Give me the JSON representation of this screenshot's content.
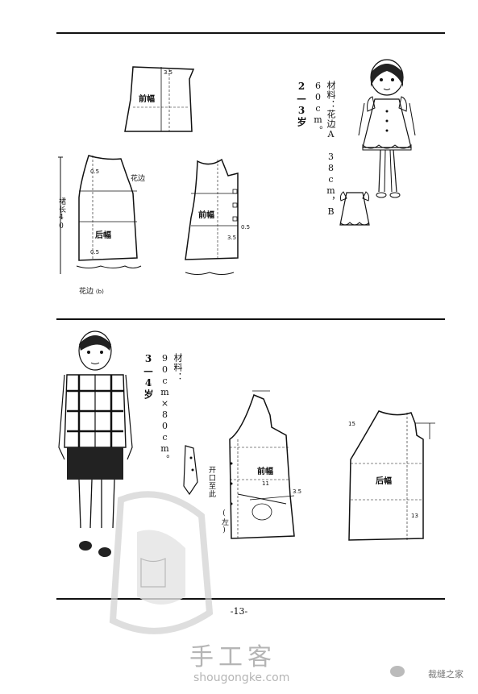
{
  "top": {
    "age": "2—3岁",
    "materials": "材料：花边A 38cm，B 60cm。",
    "front_panel_label": "前幅",
    "back_label": "后幅",
    "front_label": "前幅",
    "skirt_length": "裙长40",
    "lace_label": "花边",
    "lace_note": "(b)"
  },
  "bottom": {
    "age": "3—4岁",
    "materials": "材料：90cm×80cm。",
    "front_label": "前幅",
    "back_label": "后幅",
    "opening_note": "开口至此",
    "left_note": "(左)"
  },
  "footer": {
    "page_number": "-13-",
    "site_cn": "手工客",
    "site_url": "shougongke.com",
    "brand": "裁缝之家"
  }
}
